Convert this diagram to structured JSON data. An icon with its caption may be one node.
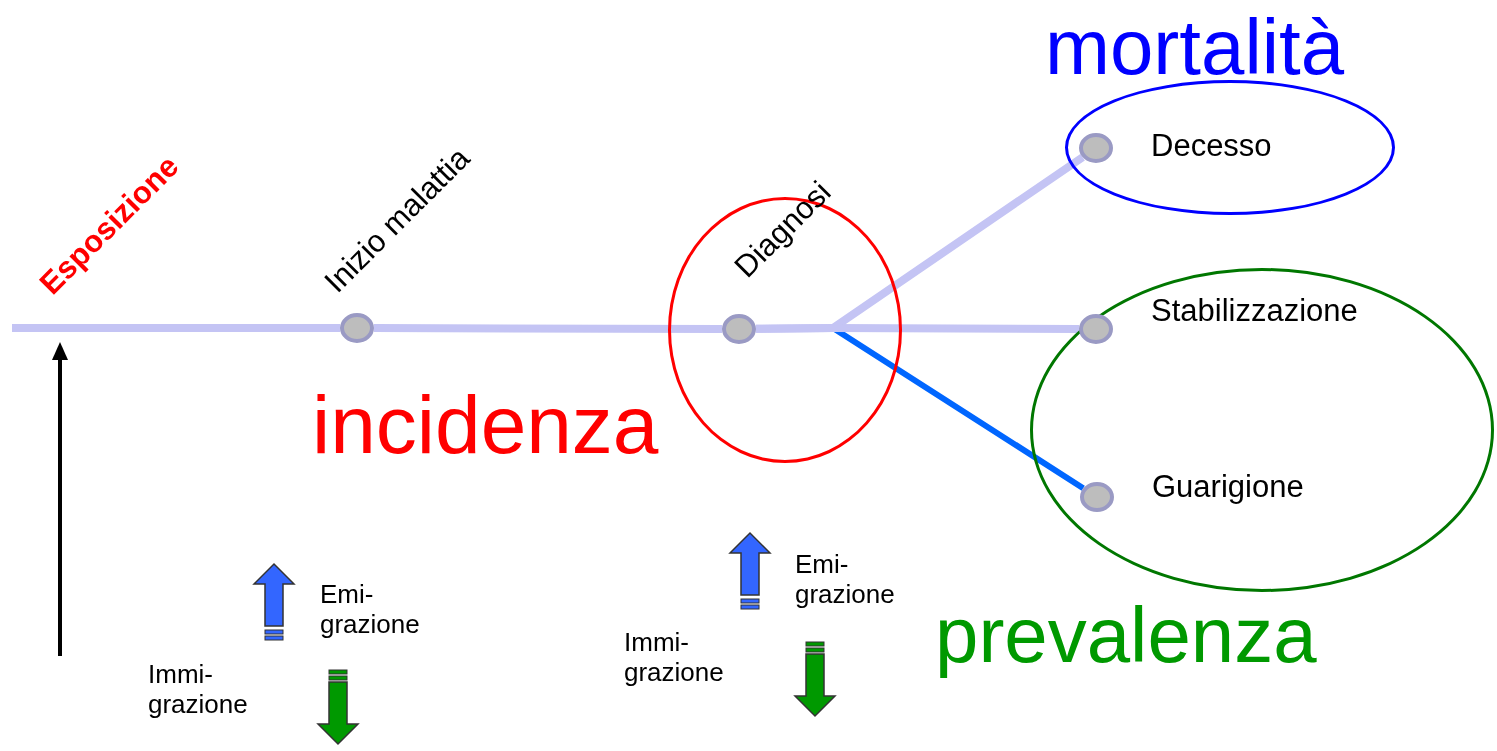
{
  "diagram": {
    "nodes": [
      {
        "text": [
          "Inizio malattia"
        ]
      },
      {
        "text": [],
        "shape": "circle"
      },
      {
        "text": [
          "Diagnosi"
        ],
        "in": 1
      },
      {
        "text": [
          "mortalità"
        ]
      },
      {
        "text": [
          "Decesso"
        ],
        "in": 3
      },
      {
        "text": [
          "prevalenza"
        ]
      },
      {
        "text": [
          "Stabilizzazione"
        ],
        "in": 5
      },
      {
        "text": [
          "Guarigione"
        ],
        "in": 5
      }
    ],
    "edges": [
      {
        "from": null,
        "to": 0,
        "arrow": "none"
      },
      {
        "from": 0,
        "to": 2,
        "arrow": "none"
      },
      {
        "from": 2,
        "to": 7,
        "arrow": "none",
        "color": "#0066ff"
      },
      {
        "from": 2,
        "to": 4,
        "arrow": "none"
      },
      {
        "from": 2,
        "to": 6,
        "arrow": "none"
      }
    ],
    "labels": [
      "Esposizione",
      "incidenza",
      "Emi- grazione",
      "Immi- grazione",
      "Emi- grazione",
      "Immi- grazione"
    ]
  }
}
